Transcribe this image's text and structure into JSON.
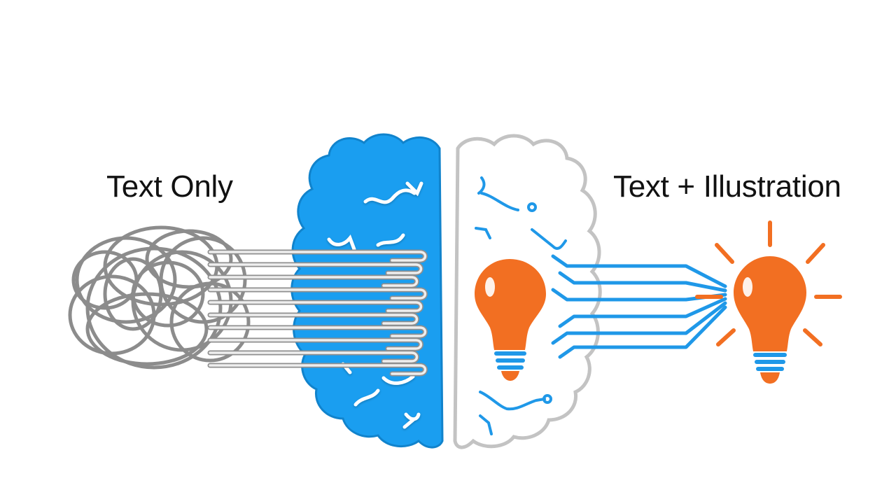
{
  "labels": {
    "left": "Text Only",
    "right": "Text + Illustration"
  },
  "colors": {
    "background": "#ffffff",
    "brain_blue": "#1a9ef0",
    "wire_gray": "#8a8a8a",
    "wire_light": "#e6e6e6",
    "circuit_blue": "#1f98e8",
    "bulb_orange": "#f26f22",
    "outline_gray": "#bdbdbd"
  },
  "icons": {
    "left": "tangled-wires",
    "center_left": "brain-left-hemisphere",
    "center_right": "brain-right-hemisphere",
    "bulbs": "lightbulb"
  }
}
